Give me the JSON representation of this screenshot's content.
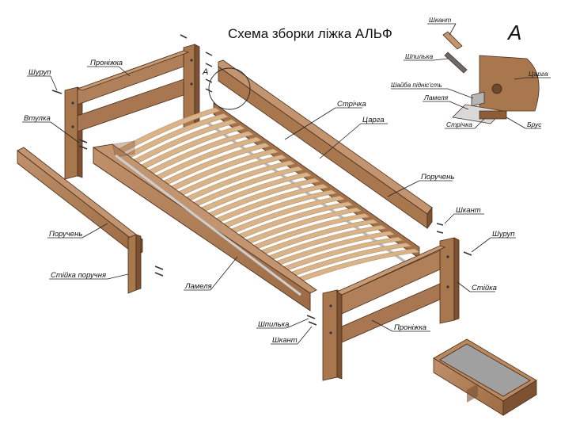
{
  "title": "Схема зборки ліжка АЛЬФ",
  "detail_letter": "A",
  "detail_callout_letter": "A",
  "colors": {
    "wood_face": "#a8774e",
    "wood_light": "#c0916a",
    "wood_dark": "#7c5233",
    "slat": "#d9b489",
    "slat_edge": "#b89069",
    "strip": "#c9c9c9",
    "drawer_panel": "#a0a0a0",
    "metal": "#555555"
  },
  "labels": {
    "proniizhka_top": "Проніжка",
    "shurup_left": "Шуруп",
    "vtulka": "Втулка",
    "strichka_main": "Стрічка",
    "tsarha_main": "Царга",
    "poruchen_right": "Поручень",
    "shkant_right": "Шкант",
    "shurup_right": "Шуруп",
    "stiika_right": "Стійка",
    "poruchen_left": "Поручень",
    "stiika_poruchnia": "Стійка поручня",
    "lamel_main": "Ламеля",
    "shpylka_bottom": "Шпилька",
    "shkant_bottom": "Шкант",
    "proniizhka_bottom": "Проніжка"
  },
  "detail_labels": {
    "shkant": "Шкант",
    "shpylka": "Шпилька",
    "tsarha": "Царга",
    "shaiba": "Шайба підніс'сть",
    "lamel": "Ламеля",
    "strichka": "Стрічка",
    "brus": "Брус"
  }
}
